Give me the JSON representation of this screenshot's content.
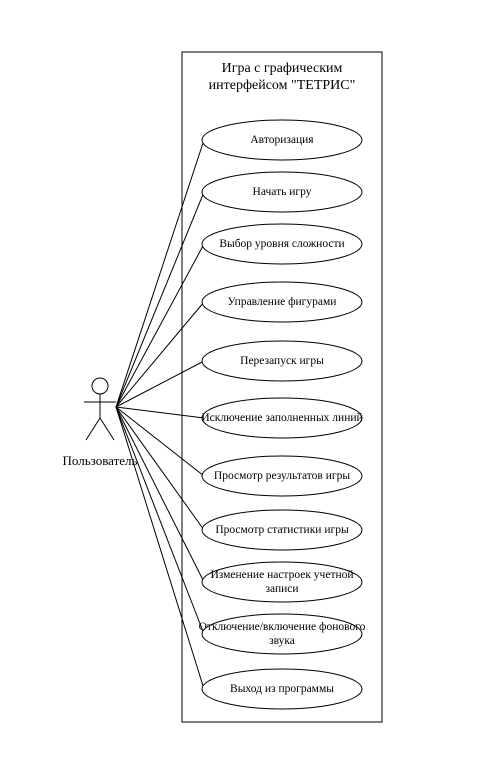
{
  "system": {
    "title_line1": "Игра с графическим",
    "title_line2": "интерфейсом \"ТЕТРИС\""
  },
  "actor": {
    "label": "Пользователь",
    "icon": "stick-figure-actor-icon"
  },
  "use_cases": [
    {
      "id": "authorization",
      "label": "Авторизация"
    },
    {
      "id": "start-game",
      "label": "Начать игру"
    },
    {
      "id": "difficulty-select",
      "label": "Выбор уровня сложности"
    },
    {
      "id": "piece-control",
      "label": "Управление фигурами"
    },
    {
      "id": "restart-game",
      "label": "Перезапуск игры"
    },
    {
      "id": "line-clear",
      "label": "Исключение заполненных линий"
    },
    {
      "id": "view-results",
      "label": "Просмотр результатов игры"
    },
    {
      "id": "view-stats",
      "label": "Просмотр статистики игры"
    },
    {
      "id": "account-settings",
      "label": "Изменение настроек учетной записи"
    },
    {
      "id": "toggle-sound",
      "label": "Отключение/включение фонового звука"
    },
    {
      "id": "exit",
      "label": "Выход из программы"
    }
  ]
}
